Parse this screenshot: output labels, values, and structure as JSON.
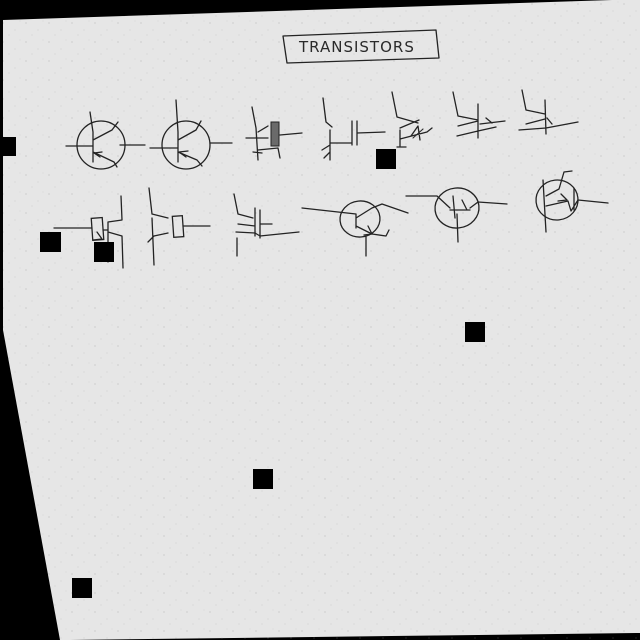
{
  "title": "TRANSISTORS",
  "colors": {
    "background": "#000000",
    "paper": "#e6e6e6",
    "ink": "#232323",
    "mask": "#000000"
  },
  "symbols": [
    {
      "kind": "bjt-npn-circled"
    },
    {
      "kind": "bjt-npn-circled"
    },
    {
      "kind": "igbt-hatched-gate"
    },
    {
      "kind": "fet-capacitive-gate"
    },
    {
      "kind": "bjt-open"
    },
    {
      "kind": "bjt-open"
    },
    {
      "kind": "bjt-open"
    },
    {
      "kind": "jfet-box-channel"
    },
    {
      "kind": "jfet-box-channel"
    },
    {
      "kind": "mosfet-open"
    },
    {
      "kind": "bjt-circled"
    },
    {
      "kind": "bjt-circled"
    },
    {
      "kind": "bjt-circled-arrow"
    }
  ]
}
